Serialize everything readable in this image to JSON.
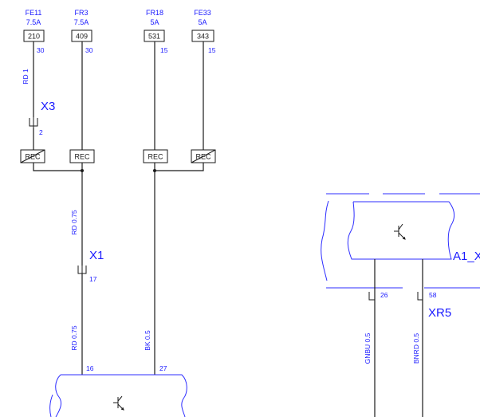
{
  "fuses": [
    {
      "name": "FE11",
      "rating": "7.5A",
      "box": "210",
      "pin": "30"
    },
    {
      "name": "FR3",
      "rating": "7.5A",
      "box": "409",
      "pin": "30"
    },
    {
      "name": "FR18",
      "rating": "5A",
      "box": "531",
      "pin": "15"
    },
    {
      "name": "FE33",
      "rating": "5A",
      "box": "343",
      "pin": "15"
    }
  ],
  "rec_boxes": [
    "REC",
    "REC",
    "REC",
    "REC"
  ],
  "wires": {
    "rd1": "RD 1",
    "rd075_upper": "RD 0.75",
    "rd075_lower": "RD 0.75",
    "bk05": "BK 0.5",
    "gnbu05": "GNBU 0.5",
    "bnrd05": "BNRD 0.5"
  },
  "connectors": {
    "x3": {
      "label": "X3",
      "pin": "2"
    },
    "x1": {
      "label": "X1",
      "pin": "17"
    },
    "xr5": {
      "label": "XR5",
      "pin_left": "26",
      "pin_right": "58"
    }
  },
  "module_pins": {
    "left": "16",
    "right": "27"
  },
  "module_a1_label": "A1_X",
  "colors": {
    "text": "#1a1aff",
    "lines": "#1a1a1a",
    "module_outline": "#2d2dff"
  }
}
